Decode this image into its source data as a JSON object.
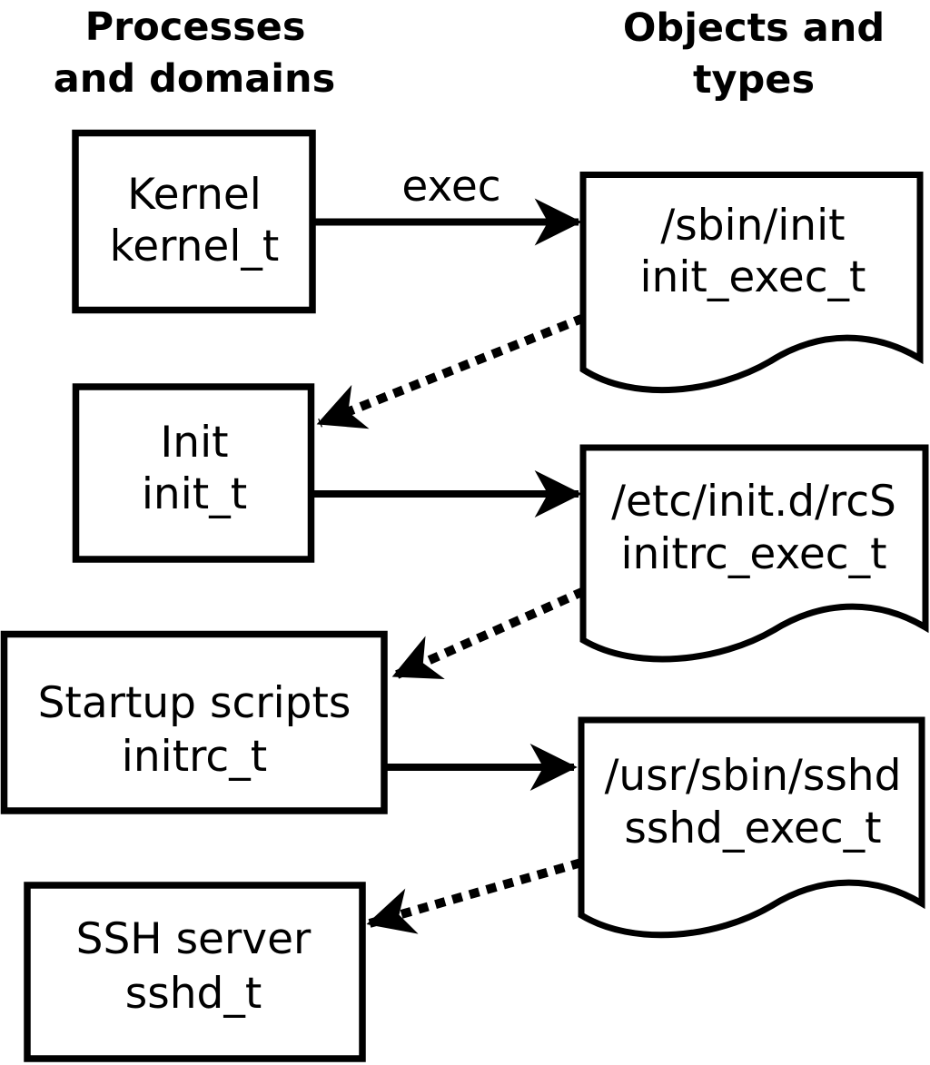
{
  "headers": {
    "left": [
      "Processes",
      "and domains"
    ],
    "right": [
      "Objects and",
      "types"
    ]
  },
  "arrow_label": "exec",
  "processes": [
    {
      "name": "Kernel",
      "type": "kernel_t"
    },
    {
      "name": "Init",
      "type": "init_t"
    },
    {
      "name": "Startup scripts",
      "type": "initrc_t"
    },
    {
      "name": "SSH server",
      "type": "sshd_t"
    }
  ],
  "objects": [
    {
      "path": "/sbin/init",
      "type": "init_exec_t"
    },
    {
      "path": "/etc/init.d/rcS",
      "type": "initrc_exec_t"
    },
    {
      "path": "/usr/sbin/sshd",
      "type": "sshd_exec_t"
    }
  ],
  "colors": {
    "line": "#000000",
    "fill": "#ffffff",
    "background": "#ffffff"
  }
}
